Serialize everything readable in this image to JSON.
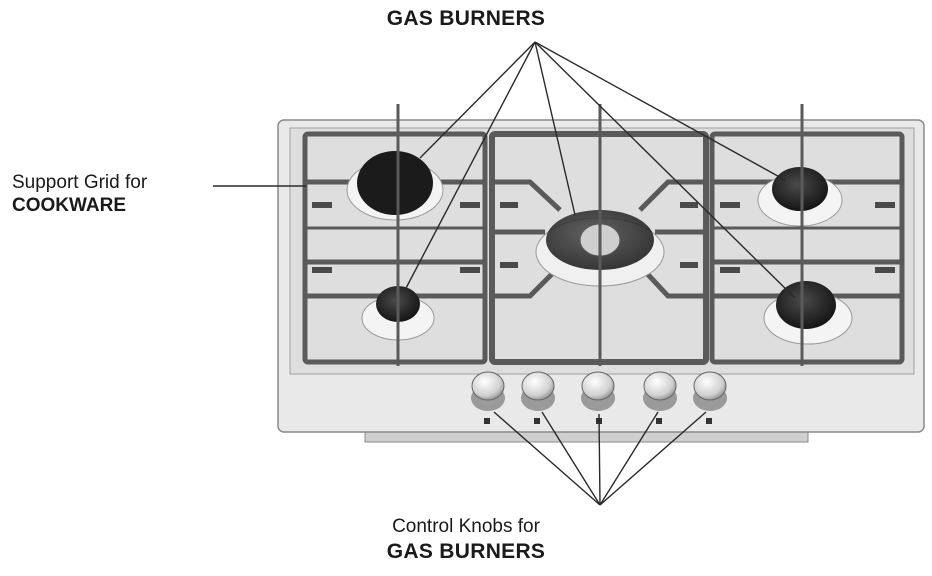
{
  "labels": {
    "top_title": "GAS BURNERS",
    "support_grid_line1": "Support Grid for",
    "support_grid_line2": "COOKWARE",
    "control_knobs_line1": "Control Knobs for",
    "control_knobs_line2": "GAS BURNERS"
  },
  "colors": {
    "cooktop_surface": "#e6e6e6",
    "grid_iron": "#5a5a5a",
    "burner_cap_dark": "#1e1e1e",
    "leader_line": "#2a2a2a"
  },
  "icons": {
    "burner": "burner-icon",
    "knob": "knob-icon"
  }
}
